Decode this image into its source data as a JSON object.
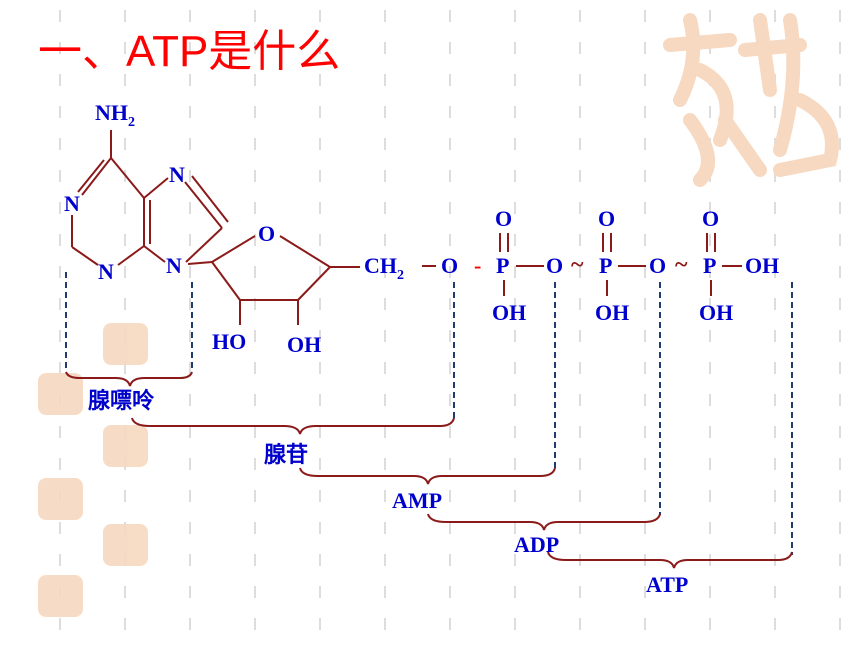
{
  "title": "一、ATP是什么",
  "atoms": {
    "nh2": "NH",
    "nh2_sub": "2",
    "n1": "N",
    "n2": "N",
    "n3": "N",
    "n4": "N",
    "ring_o": "O",
    "ho": "HO",
    "oh_ribose": "OH",
    "ch2": "CH",
    "ch2_sub": "2",
    "o_ester": "O",
    "p1": "P",
    "p1_top_o": "O",
    "p1_oh": "OH",
    "o_bridge1": "O",
    "p2": "P",
    "p2_top_o": "O",
    "p2_oh": "OH",
    "o_bridge2": "O",
    "p3": "P",
    "p3_top_o": "O",
    "p3_oh": "OH",
    "p3_right_oh": "OH",
    "high_energy_bond_1": "~",
    "high_energy_bond_2": "~",
    "ester_bond": "-"
  },
  "labels": {
    "adenine": "腺嘌呤",
    "adenosine": "腺苷",
    "amp": "AMP",
    "adp": "ADP",
    "atp": "ATP"
  },
  "colors": {
    "title": "#ff0000",
    "atoms": "#0000cc",
    "bonds": "#8b1a1a",
    "guides": "#1f3b70",
    "watermark": "#f6d9c0"
  }
}
